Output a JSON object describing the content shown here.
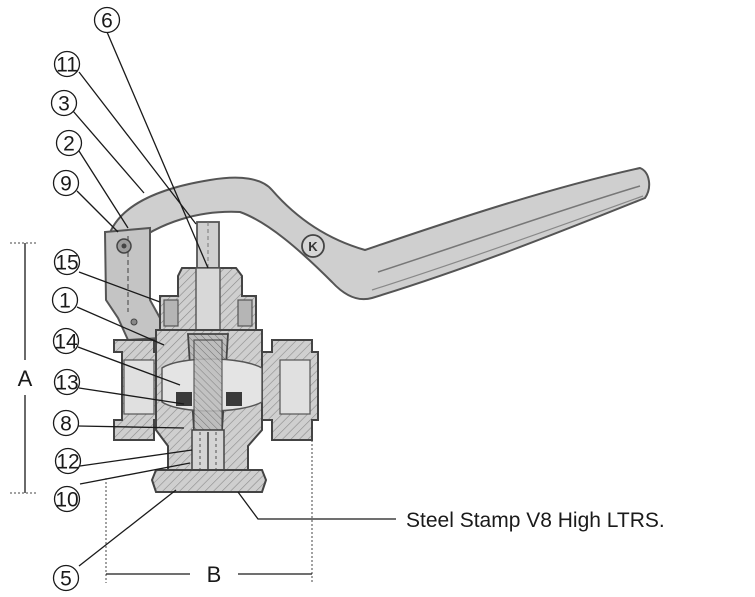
{
  "callouts": {
    "c6": "6",
    "c11": "11",
    "c3": "3",
    "c2": "2",
    "c9": "9",
    "c15": "15",
    "c1": "1",
    "c14": "14",
    "c13": "13",
    "c8": "8",
    "c12": "12",
    "c10": "10",
    "c5": "5"
  },
  "dimensions": {
    "a": "A",
    "b": "B"
  },
  "stamp_note": "Steel Stamp V8 High LTRS.",
  "handle_mark": "K",
  "colors": {
    "metal": "#c9c9c9",
    "metal_dark": "#8a8a8a",
    "line": "#1a1a1a",
    "hatch": "#6e6e6e"
  }
}
